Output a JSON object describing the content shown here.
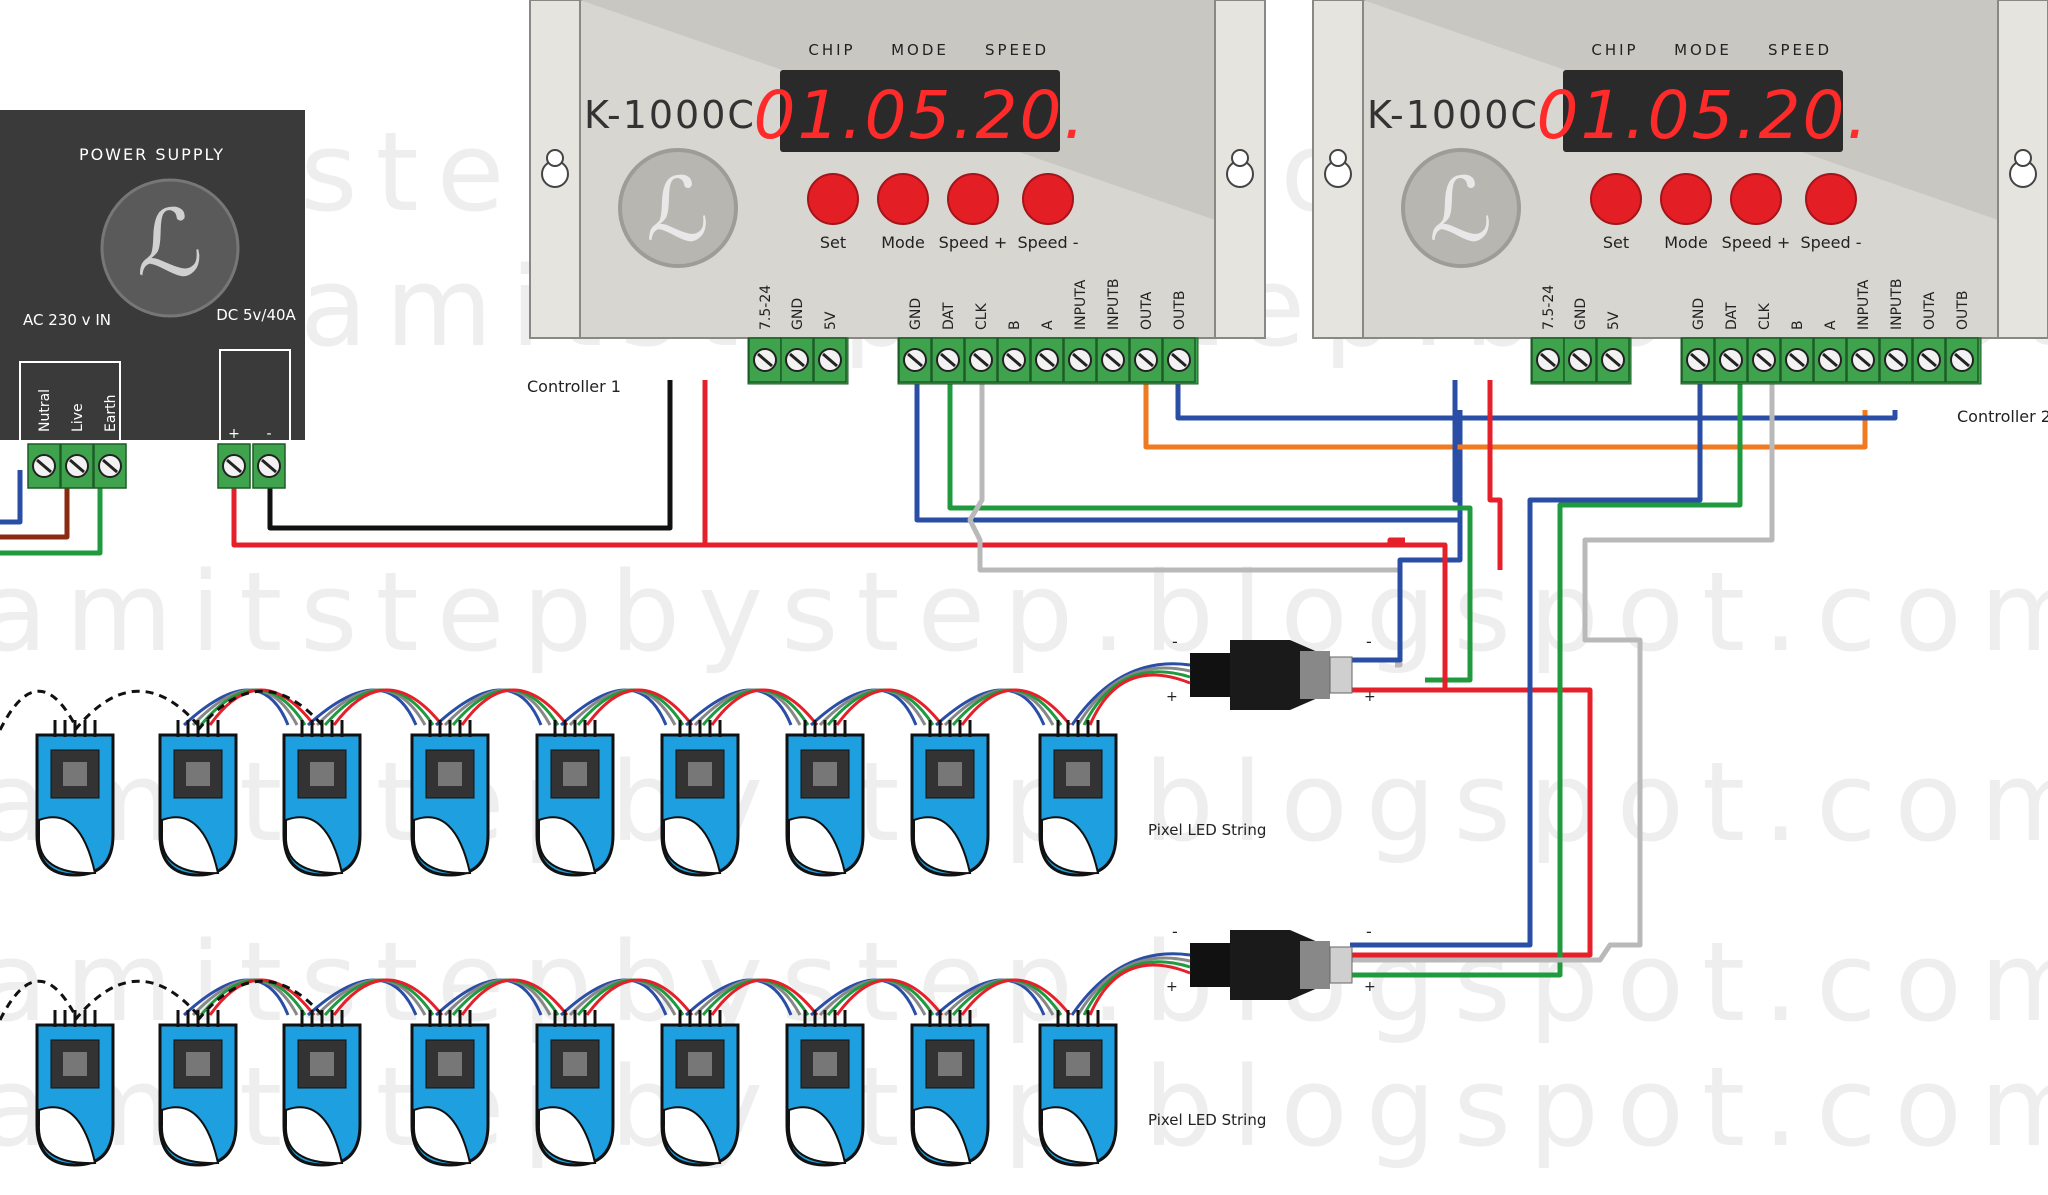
{
  "watermark": "amitstepbystep.blogspot.com",
  "power_supply": {
    "title": "POWER SUPPLY",
    "ac_label": "AC 230 v IN",
    "dc_label": "DC 5v/40A",
    "ac_terminals": [
      "Nutral",
      "Live",
      "Earth"
    ],
    "dc_terminals": [
      "+",
      "-"
    ]
  },
  "controllers": [
    {
      "model": "K-1000C",
      "caption": "Controller 1",
      "display_headers": [
        "CHIP",
        "MODE",
        "SPEED"
      ],
      "display_value": "01.05.20.",
      "buttons": [
        "Set",
        "Mode",
        "Speed +",
        "Speed -"
      ],
      "power_pins": [
        "7.5-24",
        "GND",
        "5V"
      ],
      "signal_pins": [
        "GND",
        "DAT",
        "CLK",
        "B",
        "A",
        "INPUTA",
        "INPUTB",
        "OUTA",
        "OUTB"
      ]
    },
    {
      "model": "K-1000C",
      "caption": "Controller 2",
      "display_headers": [
        "CHIP",
        "MODE",
        "SPEED"
      ],
      "display_value": "01.05.20.",
      "buttons": [
        "Set",
        "Mode",
        "Speed +",
        "Speed -"
      ],
      "power_pins": [
        "7.5-24",
        "GND",
        "5V"
      ],
      "signal_pins": [
        "GND",
        "DAT",
        "CLK",
        "B",
        "A",
        "INPUTA",
        "INPUTB",
        "OUTA",
        "OUTB"
      ]
    }
  ],
  "strings": [
    {
      "label": "Pixel LED String",
      "connector_minus": "-",
      "connector_plus": "+"
    },
    {
      "label": "Pixel LED String",
      "connector_minus": "-",
      "connector_plus": "+"
    }
  ],
  "colors": {
    "case": "#d8d6d0",
    "case_dark": "#c4c2bc",
    "psu": "#3a3a3a",
    "terminal": "#3fa34d",
    "display_bg": "#2a2a2a",
    "segment": "#ff2a2a",
    "button": "#e31e24",
    "led_blue": "#1ea0e0",
    "wire_red": "#e5202a",
    "wire_black": "#111111",
    "wire_blue": "#2a4ea6",
    "wire_green": "#1f9a3e",
    "wire_grey": "#b9b9b9",
    "wire_orange": "#f07a20",
    "wire_brown": "#8b2a12"
  }
}
